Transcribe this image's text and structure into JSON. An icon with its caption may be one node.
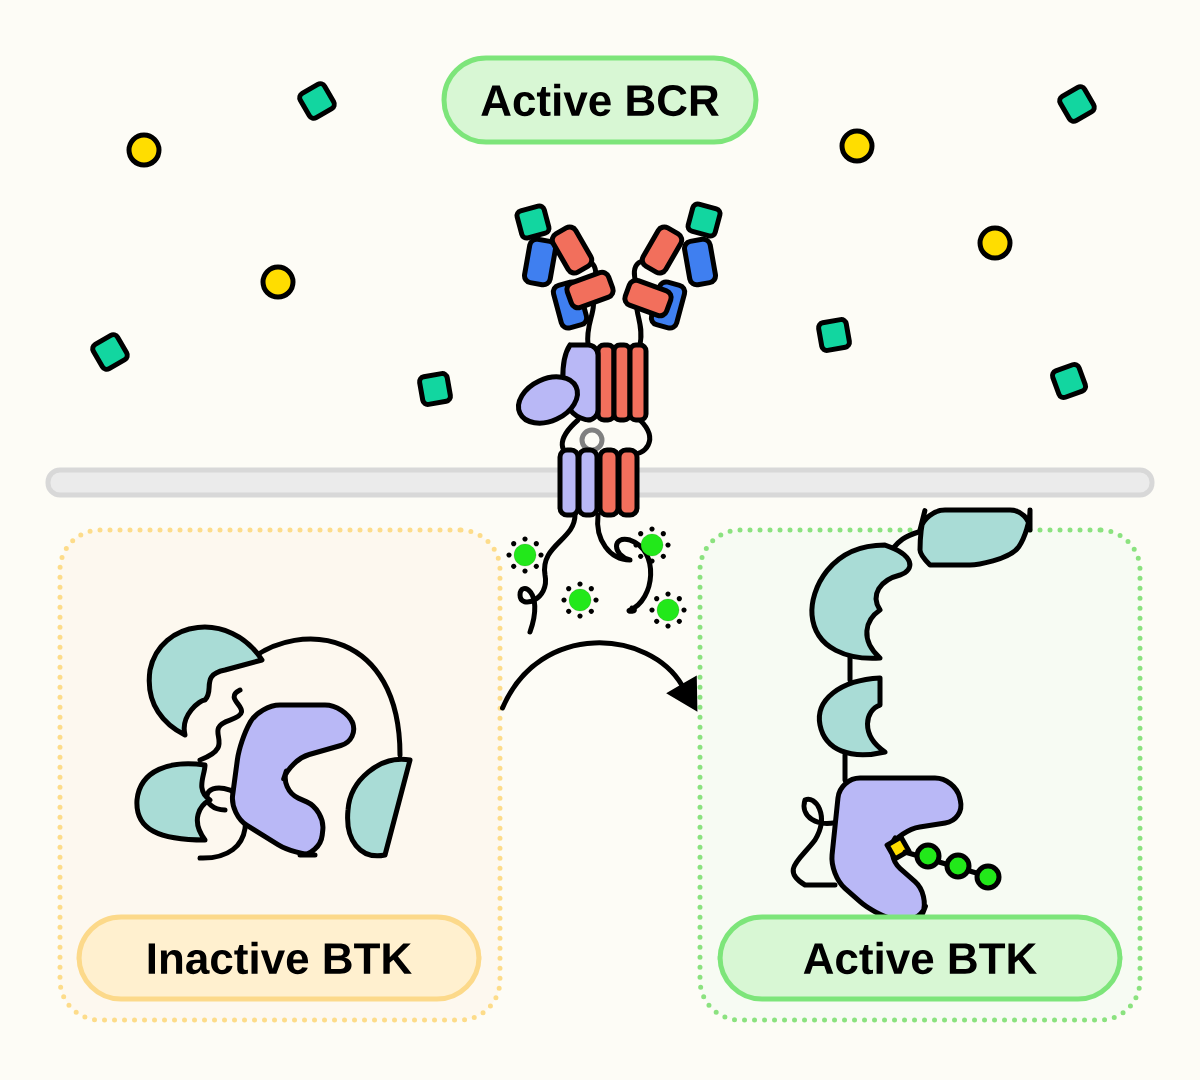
{
  "diagram": {
    "nodes": [
      {
        "text": [
          "Active BCR"
        ]
      },
      {
        "text": [],
        "shape": "box"
      },
      {
        "text": [
          "Inactive BTK"
        ],
        "in": 1
      },
      {
        "text": [],
        "shape": "box"
      },
      {
        "text": [
          "Active BTK"
        ],
        "in": 3
      }
    ],
    "edges": [
      {
        "from": 1,
        "to": 3,
        "arrow": "to"
      }
    ]
  }
}
